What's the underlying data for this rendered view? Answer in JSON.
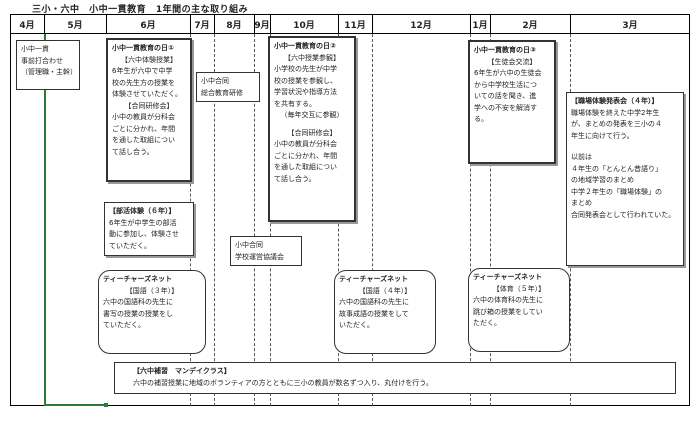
{
  "title": {
    "school": "三小・六中",
    "program": "小中一貫教育",
    "subtitle": "1年間の主な取り組み"
  },
  "months": [
    "4月",
    "5月",
    "6月",
    "7月",
    "8月",
    "9月",
    "10月",
    "11月",
    "12月",
    "1月",
    "2月",
    "3月"
  ],
  "boxes": {
    "prep": {
      "lines": [
        "小中一貫",
        "事前打合わせ",
        "（管理職・主幹）"
      ]
    },
    "day1": {
      "title": "小中一貫教育の日①",
      "sub1": "【六中体験授業】",
      "body1": [
        "6年生が六中で中学",
        "校の先生方の授業を",
        "体験させていただく。"
      ],
      "sub2": "【合同研修会】",
      "body2": [
        "小中の教員が分科会",
        "ごとに分かれ、年間",
        "を通した取組につい",
        "て話し合う。"
      ]
    },
    "club": {
      "title": "【部活体験（６年）】",
      "body": [
        "6年生が中学生の部活",
        "動に参加し、体験させ",
        "ていただく。"
      ]
    },
    "general": {
      "lines": [
        "小中合同",
        "総合教育研修"
      ]
    },
    "day2": {
      "title": "小中一貫教育の日②",
      "sub1": "【六中授業参観】",
      "body1": [
        "小学校の先生が中学",
        "校の授業を参観し、",
        "学習状況や指導方法",
        "を共有する。"
      ],
      "note": "（毎年交互に参観）",
      "sub2": "【合同研修会】",
      "body2": [
        "小中の教員が分科会",
        "ごとに分かれ、年間",
        "を通した取組につい",
        "て話し合う。"
      ]
    },
    "council": {
      "lines": [
        "小中合同",
        "学校運営協議会"
      ]
    },
    "day3": {
      "title": "小中一貫教育の日③",
      "sub1": "【生徒会交流】",
      "body1": [
        "6年生が六中の生徒会",
        "から中学校生活につ",
        "いての話を聞き、進",
        "学への不安を解消す",
        "る。"
      ]
    },
    "career": {
      "title": "【職場体験発表会（４年）】",
      "body": [
        "職場体験を終えた中学2年生",
        "が、まとめの発表を三小の４",
        "年生に向けて行う。"
      ],
      "body2": [
        "以前は",
        "４年生の「とんとん昔語り」",
        "の地域学習のまとめ",
        "中学２年生の「職場体験」の",
        "まとめ",
        "合同発表会として行われていた。"
      ]
    },
    "tn1": {
      "title": "ティーチャーズネット",
      "sub": "【国語（３年）】",
      "body": [
        "六中の国語科の先生に",
        "書写の授業の授業をし",
        "ていただく。"
      ]
    },
    "tn2": {
      "title": "ティーチャーズネット",
      "sub": "【国語（４年）】",
      "body": [
        "六中の国語科の先生に",
        "故事成語の授業をして",
        "いただく。"
      ]
    },
    "tn3": {
      "title": "ティーチャーズネット",
      "sub": "【体育（５年）】",
      "body": [
        "六中の体育科の先生に",
        "跳び箱の授業をしてい",
        "ただく。"
      ]
    },
    "tutor": {
      "title": "【六中補習　マンデイクラス】",
      "body": "六中の補習授業に地域のボランティアの方とともに三小の教員が数名ずつ入り、丸付けを行う。"
    }
  }
}
